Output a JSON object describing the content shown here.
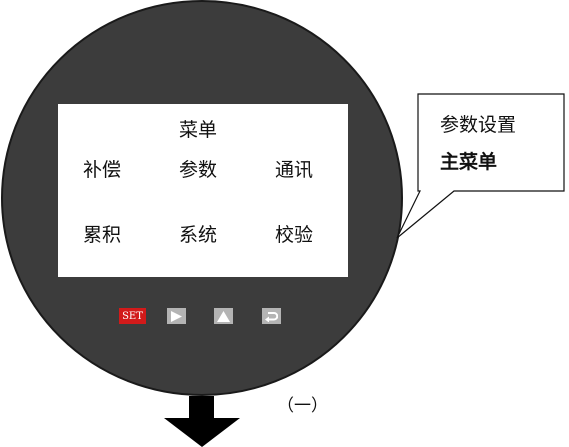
{
  "lcd": {
    "title": "菜单",
    "items": [
      "补偿",
      "参数",
      "通讯",
      "累积",
      "系统",
      "校验"
    ]
  },
  "keypad": {
    "set_label": "SET",
    "keys": [
      "set-key",
      "right-arrow-icon",
      "up-arrow-icon",
      "return-icon"
    ]
  },
  "callout": {
    "line1": "参数设置",
    "line2": "主菜单"
  },
  "figure_label": "（一）",
  "colors": {
    "dial": "#3c3c3c",
    "screen": "#ffffff",
    "set_key": "#d21a1a",
    "grey_key": "#b4b4b4",
    "arrow": "#000000"
  }
}
